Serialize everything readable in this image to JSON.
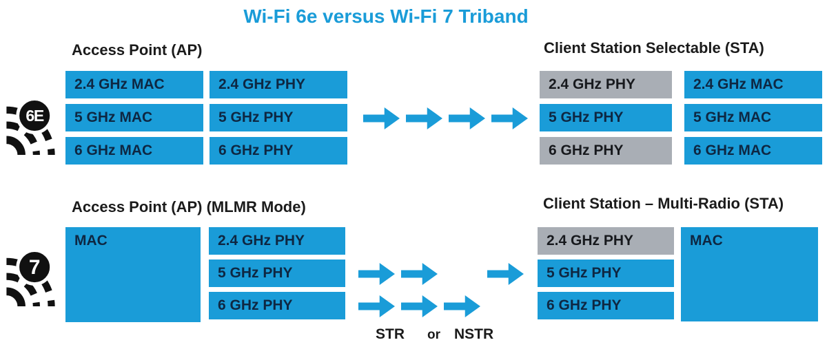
{
  "title": "Wi-Fi 6e versus Wi-Fi 7 Triband",
  "colors": {
    "brand_blue": "#1a9cd8",
    "inactive_gray": "#a9aeb5",
    "box_text_blue": "#0e2742",
    "box_text_gray": "#17191d",
    "heading_text": "#1b1b1b",
    "title_blue": "#1a9cd8"
  },
  "wifi6e": {
    "badge_label": "6E",
    "ap": {
      "heading": "Access Point (AP)",
      "mac_boxes": [
        "2.4 GHz MAC",
        "5 GHz MAC",
        "6 GHz MAC"
      ],
      "phy_boxes": [
        "2.4 GHz PHY",
        "5 GHz PHY",
        "6 GHz PHY"
      ]
    },
    "flow": {
      "arrow_count": 4,
      "arrow_icon": "right-arrow",
      "links_band": "5 GHz"
    },
    "sta": {
      "heading": "Client Station Selectable (STA)",
      "phy_boxes": [
        {
          "label": "2.4 GHz PHY",
          "state": "inactive"
        },
        {
          "label": "5 GHz PHY",
          "state": "active"
        },
        {
          "label": "6 GHz PHY",
          "state": "inactive"
        }
      ],
      "mac_boxes": [
        "2.4 GHz MAC",
        "5 GHz MAC",
        "6 GHz MAC"
      ]
    }
  },
  "wifi7": {
    "badge_label": "7",
    "ap": {
      "heading": "Access Point (AP) (MLMR Mode)",
      "mac_box": "MAC",
      "phy_boxes": [
        "2.4 GHz PHY",
        "5 GHz PHY",
        "6 GHz PHY"
      ]
    },
    "flow": {
      "band_5ghz_arrow_count": 3,
      "band_6ghz_arrow_count": 3,
      "arrow_icon": "right-arrow",
      "str_label": "STR",
      "or_label": "or",
      "nstr_label": "NSTR"
    },
    "sta": {
      "heading": "Client Station – Multi-Radio (STA)",
      "phy_boxes": [
        {
          "label": "2.4 GHz PHY",
          "state": "inactive"
        },
        {
          "label": "5 GHz PHY",
          "state": "active"
        },
        {
          "label": "6 GHz PHY",
          "state": "active"
        }
      ],
      "mac_box": "MAC"
    }
  }
}
